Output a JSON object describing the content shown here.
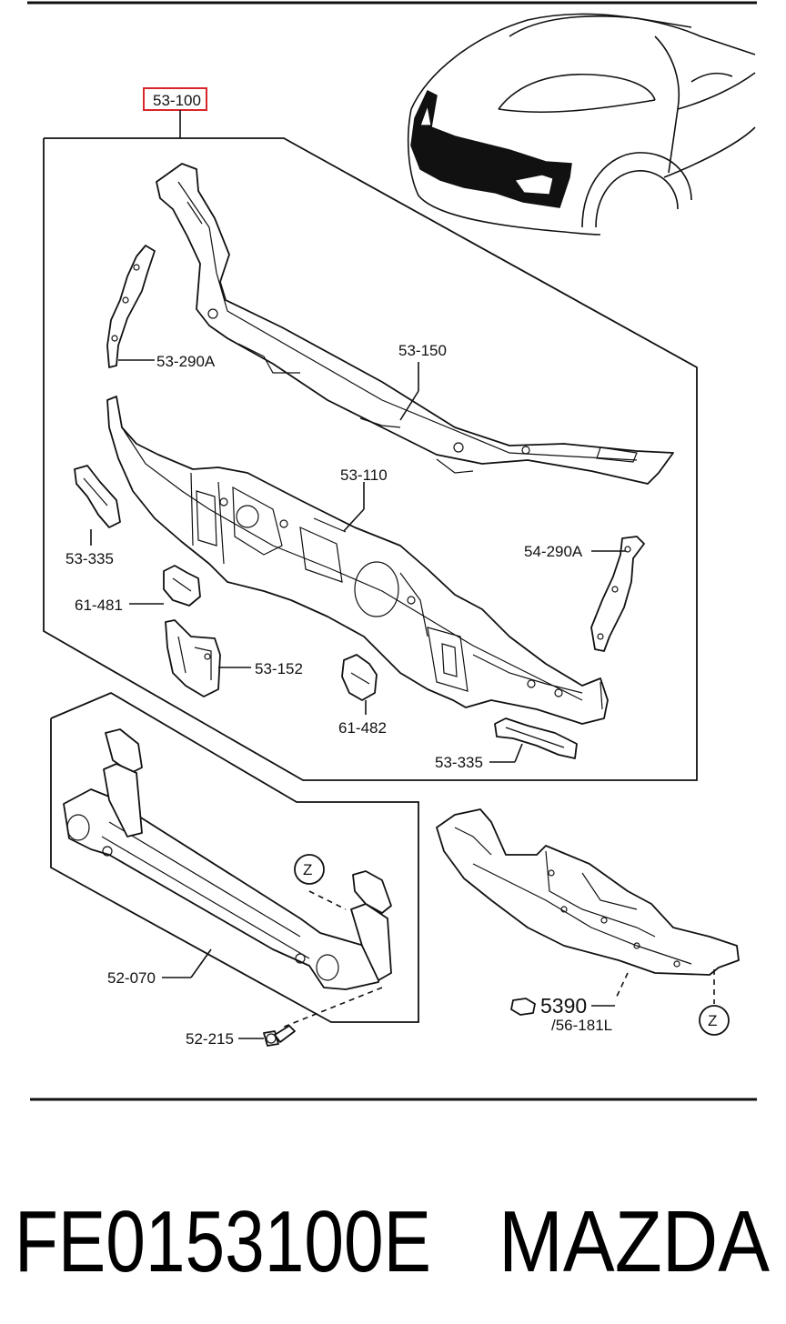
{
  "diagram": {
    "assembly_label": "53-100",
    "parts": [
      {
        "id": "p1",
        "label": "53-290A"
      },
      {
        "id": "p2",
        "label": "53-150"
      },
      {
        "id": "p3",
        "label": "53-110"
      },
      {
        "id": "p4",
        "label": "53-335"
      },
      {
        "id": "p5",
        "label": "61-481"
      },
      {
        "id": "p6",
        "label": "54-290A"
      },
      {
        "id": "p7",
        "label": "53-152"
      },
      {
        "id": "p8",
        "label": "61-482"
      },
      {
        "id": "p9",
        "label": "53-335"
      },
      {
        "id": "p10",
        "label": "52-070"
      },
      {
        "id": "p11",
        "label": "52-215"
      },
      {
        "id": "p12",
        "label": "5390"
      },
      {
        "id": "p13",
        "label": "/56-181L"
      }
    ],
    "reference_marker": "Z",
    "highlight_color": "#d9262a"
  },
  "footer": {
    "part_number": "FE0153100E",
    "brand": "MAZDA"
  }
}
